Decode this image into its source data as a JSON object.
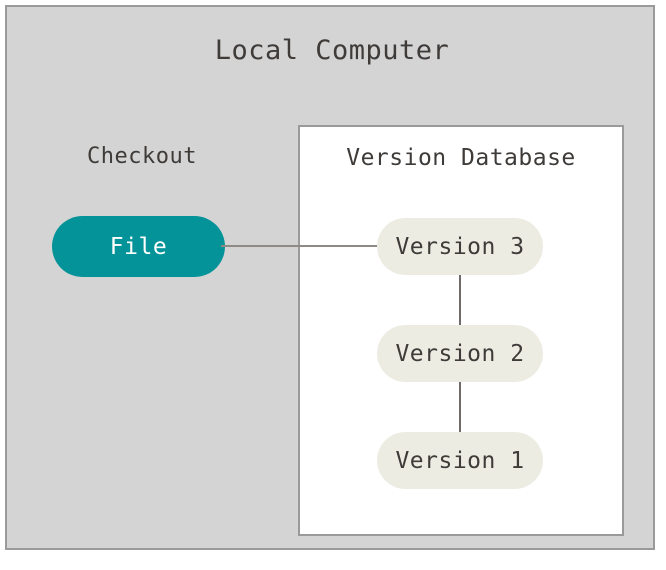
{
  "diagram": {
    "type": "local-version-control-diagram",
    "outer_container": {
      "title": "Local Computer",
      "background_color": "#d4d4d4",
      "border_color": "#9a9a9a"
    },
    "checkout": {
      "label": "Checkout",
      "node": {
        "label": "File",
        "fill_color": "#049399",
        "text_color": "#ffffff",
        "shape": "pill"
      }
    },
    "version_database": {
      "title": "Version Database",
      "background_color": "#ffffff",
      "border_color": "#9a9a9a",
      "versions": [
        {
          "label": "Version 3",
          "fill_color": "#ecece3"
        },
        {
          "label": "Version 2",
          "fill_color": "#ecece3"
        },
        {
          "label": "Version 1",
          "fill_color": "#ecece3"
        }
      ]
    },
    "connectors": {
      "file_to_version3": "line",
      "version3_to_version2": "line",
      "version2_to_version1": "line",
      "color": "#8e8a85"
    }
  }
}
